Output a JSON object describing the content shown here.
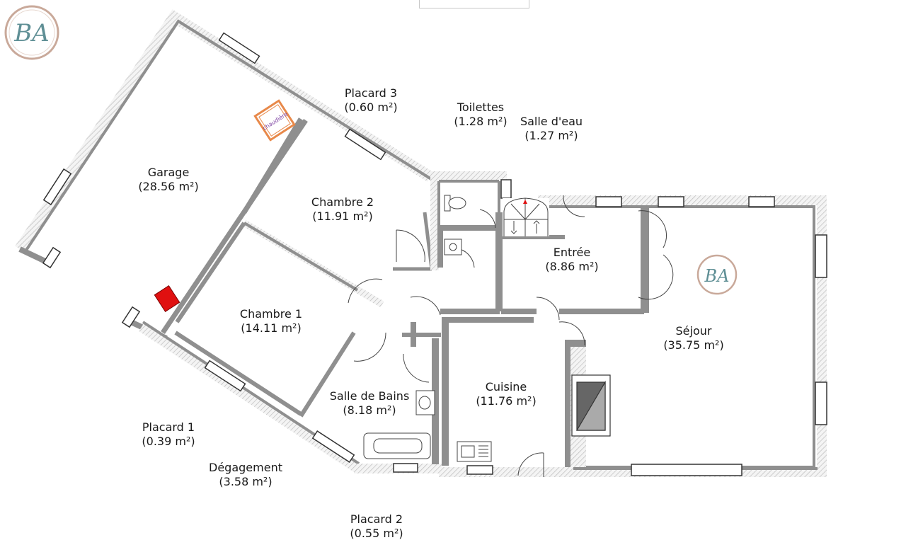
{
  "rooms": [
    {
      "id": "garage",
      "name": "Garage",
      "area": "(28.56 m²)"
    },
    {
      "id": "placard3",
      "name": "Placard 3",
      "area": "(0.60 m²)"
    },
    {
      "id": "toilettes",
      "name": "Toilettes",
      "area": "(1.28 m²)"
    },
    {
      "id": "salle-eau",
      "name": "Salle d'eau",
      "area": "(1.27 m²)"
    },
    {
      "id": "chambre2",
      "name": "Chambre 2",
      "area": "(11.91 m²)"
    },
    {
      "id": "entree",
      "name": "Entrée",
      "area": "(8.86 m²)"
    },
    {
      "id": "chambre1",
      "name": "Chambre 1",
      "area": "(14.11 m²)"
    },
    {
      "id": "sejour",
      "name": "Séjour",
      "area": "(35.75 m²)"
    },
    {
      "id": "salle-bains",
      "name": "Salle de Bains",
      "area": "(8.18 m²)"
    },
    {
      "id": "cuisine",
      "name": "Cuisine",
      "area": "(11.76 m²)"
    },
    {
      "id": "placard1",
      "name": "Placard 1",
      "area": "(0.39 m²)"
    },
    {
      "id": "degagement",
      "name": "Dégagement",
      "area": "(3.58 m²)"
    },
    {
      "id": "placard2",
      "name": "Placard 2",
      "area": "(0.55 m²)"
    }
  ],
  "fixtures": {
    "boiler_label": "chaudière",
    "logo_letters": "BA"
  },
  "colors": {
    "wall": "#8f8f8f",
    "wall_hatch": "#d9d9d9",
    "logo_ring": "#c9a99a",
    "logo_ink": "#5f8f95",
    "boiler_orange": "#e8894a",
    "boiler_purple": "#7b3fa0",
    "electrical_red": "#e01010"
  }
}
